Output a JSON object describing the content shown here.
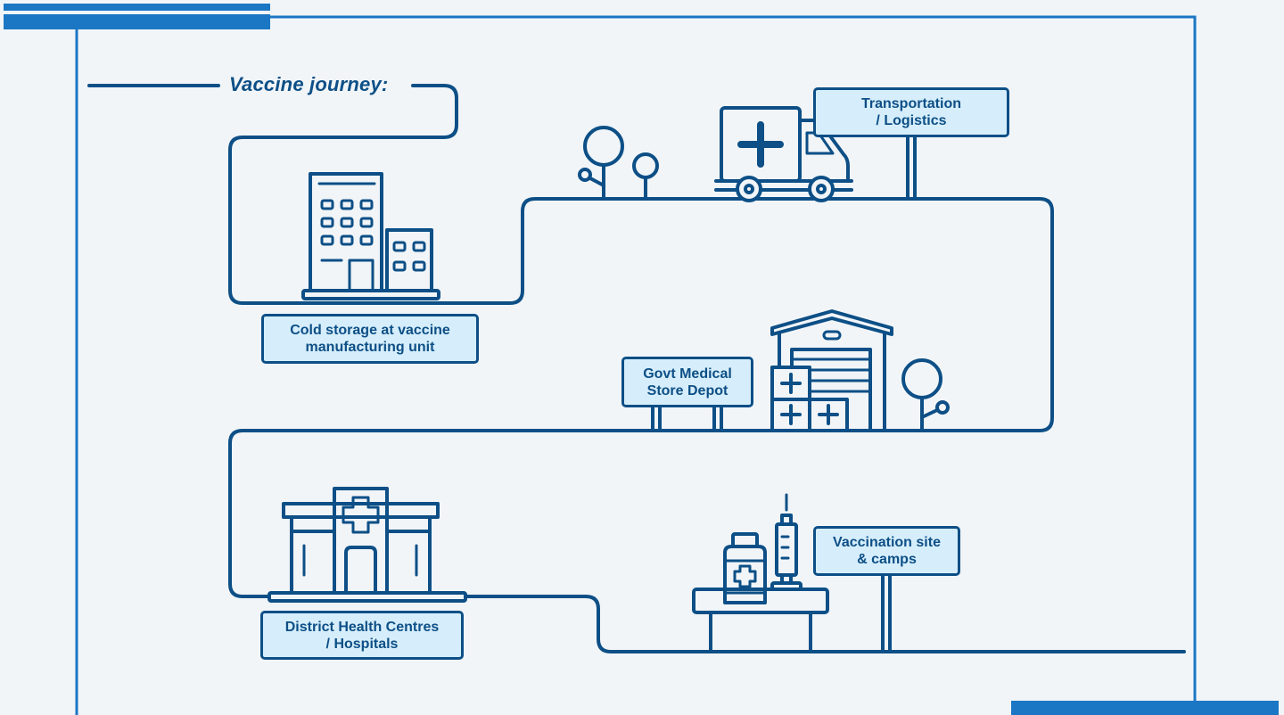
{
  "title": "Vaccine journey:",
  "stages": {
    "cold_storage": "Cold storage at vaccine\nmanufacturing unit",
    "transportation": "Transportation\n/ Logistics",
    "govt_depot": "Govt Medical\nStore Depot",
    "district": "District Health Centres\n/ Hospitals",
    "vaccination": "Vaccination site\n& camps"
  },
  "colors": {
    "stroke": "#0d4f86",
    "label_fill": "#d6eefb",
    "accent_bar": "#1b77c4",
    "background": "#f1f5f8"
  },
  "icons": [
    "factory-building-icon",
    "tree-icon",
    "ambulance-icon",
    "warehouse-icon",
    "medical-box-icon",
    "hospital-icon",
    "vaccine-vial-icon",
    "syringe-icon",
    "table-icon"
  ]
}
